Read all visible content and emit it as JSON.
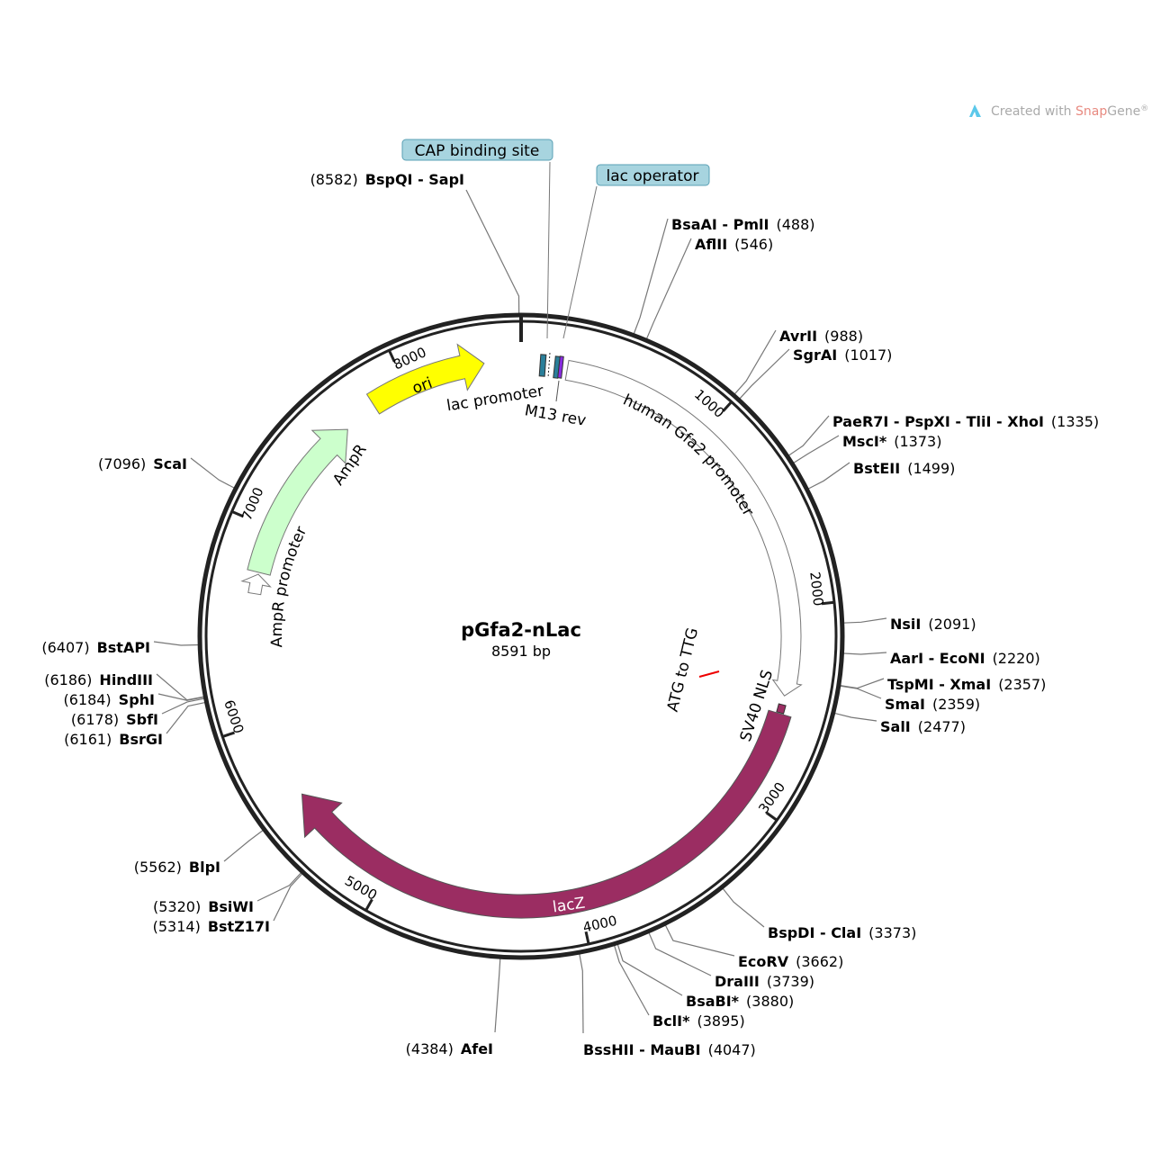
{
  "watermark": {
    "prefix": "Created with ",
    "brand": "Snap",
    "brand2": "Gene",
    "mark": "®"
  },
  "plasmid": {
    "name": "pGfa2-nLac",
    "size_label": "8591 bp",
    "length_bp": 8591
  },
  "ticks": [
    "1000",
    "2000",
    "3000",
    "4000",
    "5000",
    "6000",
    "7000",
    "8000"
  ],
  "features": {
    "ori": {
      "label": "ori",
      "start": 7815,
      "end": 8407,
      "color": "#ffff00"
    },
    "ampr": {
      "label": "AmpR",
      "start": 6770,
      "end": 7637,
      "color": "#ccffcc"
    },
    "ampr_promoter": {
      "label": "AmpR promoter",
      "start": 6660,
      "end": 6760
    },
    "gfa2": {
      "label": "human Gfa2 promoter",
      "start": 234,
      "end": 2452,
      "color": "#ffffff"
    },
    "sv40": {
      "label": "SV40 NLS",
      "start": 2498,
      "end": 2540,
      "color": "#9b2d62"
    },
    "lacz": {
      "label": "lacZ",
      "start": 2545,
      "end": 5590,
      "color": "#9b2d62"
    },
    "lac_promoter": {
      "label": "lac promoter"
    },
    "m13": {
      "label": "M13 rev"
    },
    "cap": {
      "label": "CAP binding site"
    },
    "lac_operator": {
      "label": "lac operator"
    },
    "atg": {
      "label": "ATG to TTG"
    }
  },
  "enzymes": [
    {
      "name": "BspQI - SapI",
      "pos": "(8582)",
      "bp": 8582
    },
    {
      "name": "BsaAI - PmlI",
      "pos": "(488)",
      "bp": 488
    },
    {
      "name": "AflII",
      "pos": "(546)",
      "bp": 546
    },
    {
      "name": "AvrII",
      "pos": "(988)",
      "bp": 988
    },
    {
      "name": "SgrAI",
      "pos": "(1017)",
      "bp": 1017
    },
    {
      "name": "PaeR7I - PspXI - TliI - XhoI",
      "pos": "(1335)",
      "bp": 1335
    },
    {
      "name": "MscI*",
      "pos": "(1373)",
      "bp": 1373
    },
    {
      "name": "BstEII",
      "pos": "(1499)",
      "bp": 1499
    },
    {
      "name": "NsiI",
      "pos": "(2091)",
      "bp": 2091
    },
    {
      "name": "AarI - EcoNI",
      "pos": "(2220)",
      "bp": 2220
    },
    {
      "name": "TspMI - XmaI",
      "pos": "(2357)",
      "bp": 2357
    },
    {
      "name": "SmaI",
      "pos": "(2359)",
      "bp": 2359
    },
    {
      "name": "SalI",
      "pos": "(2477)",
      "bp": 2477
    },
    {
      "name": "BspDI - ClaI",
      "pos": "(3373)",
      "bp": 3373
    },
    {
      "name": "EcoRV",
      "pos": "(3662)",
      "bp": 3662
    },
    {
      "name": "DraIII",
      "pos": "(3739)",
      "bp": 3739
    },
    {
      "name": "BsaBI*",
      "pos": "(3880)",
      "bp": 3880
    },
    {
      "name": "BclI*",
      "pos": "(3895)",
      "bp": 3895
    },
    {
      "name": "BssHII - MauBI",
      "pos": "(4047)",
      "bp": 4047
    },
    {
      "name": "AfeI",
      "pos": "(4384)",
      "bp": 4384
    },
    {
      "name": "BlpI",
      "pos": "(5562)",
      "bp": 5562
    },
    {
      "name": "BsiWI",
      "pos": "(5320)",
      "bp": 5320
    },
    {
      "name": "BstZ17I",
      "pos": "(5314)",
      "bp": 5314
    },
    {
      "name": "ScaI",
      "pos": "(7096)",
      "bp": 7096
    },
    {
      "name": "BstAPI",
      "pos": "(6407)",
      "bp": 6407
    },
    {
      "name": "HindIII",
      "pos": "(6186)",
      "bp": 6186
    },
    {
      "name": "SphI",
      "pos": "(6184)",
      "bp": 6184
    },
    {
      "name": "SbfI",
      "pos": "(6178)",
      "bp": 6178
    },
    {
      "name": "BsrGI",
      "pos": "(6161)",
      "bp": 6161
    }
  ]
}
